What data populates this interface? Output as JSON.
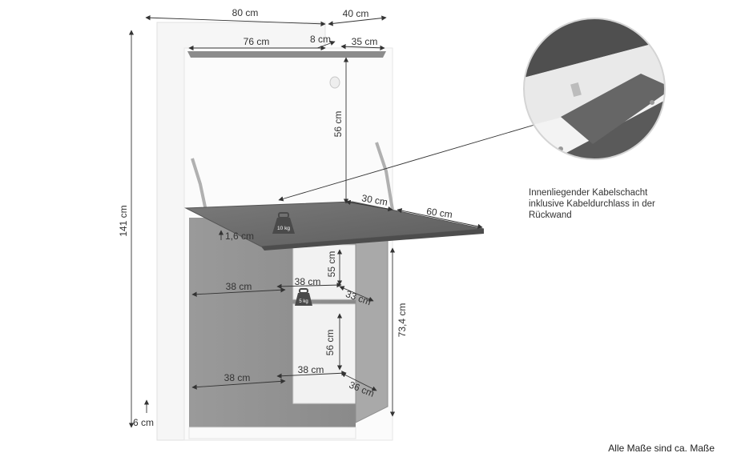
{
  "dimensions": {
    "top_width": "80 cm",
    "top_depth": "40 cm",
    "inner_width": "76 cm",
    "top_gap": "8 cm",
    "inner_depth": "35 cm",
    "upper_height": "56 cm",
    "total_height": "141 cm",
    "desk_depth": "30 cm",
    "desk_length": "60 cm",
    "desk_thickness": "1,6 cm",
    "shelf_upper_height": "55 cm",
    "shelf_left_upper": "38 cm",
    "shelf_right_upper": "38 cm",
    "shelf_depth_upper": "33 cm",
    "door_height": "73,4 cm",
    "shelf_lower_height": "56 cm",
    "shelf_left_lower": "38 cm",
    "shelf_right_lower": "38 cm",
    "shelf_depth_lower": "36 cm",
    "base_height": "6 cm"
  },
  "weights": {
    "desk_load": "10 kg",
    "shelf_load": "5 kg"
  },
  "callout": {
    "line1": "Innenliegender Kabelschacht",
    "line2": "inklusive Kabeldurchlass in der",
    "line3": "Rückwand"
  },
  "footer": "Alle Maße sind ca. Maße",
  "colors": {
    "panel_gray": "#8e8e8e",
    "surface_dark": "#6b6b6b",
    "line": "#333333"
  }
}
